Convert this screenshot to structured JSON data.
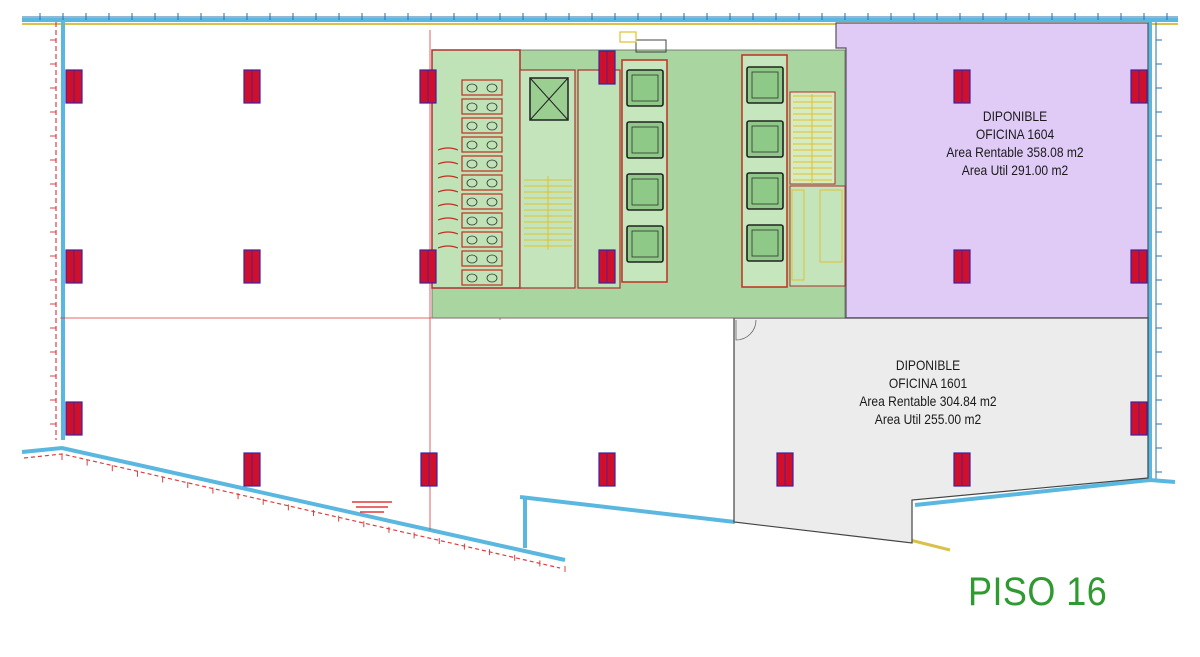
{
  "floor": {
    "title": "PISO 16"
  },
  "offices": [
    {
      "status": "DIPONIBLE",
      "name": "OFICINA 1604",
      "area_rentable": "Area Rentable 358.08 m2",
      "area_util": "Area Util 291.00 m2",
      "fill_color": "#e0cbf7"
    },
    {
      "status": "DIPONIBLE",
      "name": "OFICINA 1601",
      "area_rentable": "Area Rentable 304.84 m2",
      "area_util": "Area Util 255.00 m2",
      "fill_color": "#ececec"
    }
  ],
  "colors": {
    "core_fill": "#a8d5a0",
    "column": "#d0102a",
    "column_outline": "#3a22a8",
    "glazing": "#5ab8e0",
    "gridline": "#e03838",
    "wall": "#444444",
    "title": "#2f9a2f"
  }
}
